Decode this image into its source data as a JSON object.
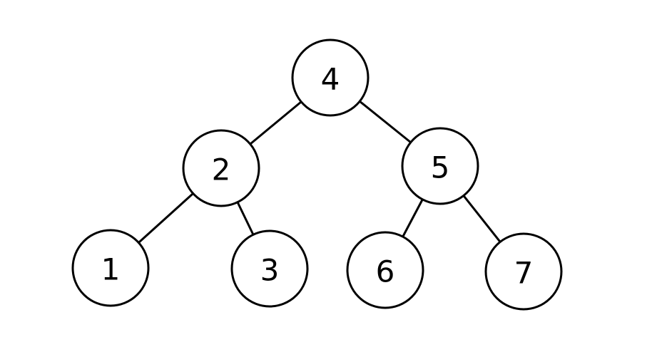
{
  "tree": {
    "nodes": [
      {
        "id": "n4",
        "label": "4"
      },
      {
        "id": "n2",
        "label": "2"
      },
      {
        "id": "n5",
        "label": "5"
      },
      {
        "id": "n1",
        "label": "1"
      },
      {
        "id": "n3",
        "label": "3"
      },
      {
        "id": "n6",
        "label": "6"
      },
      {
        "id": "n7",
        "label": "7"
      }
    ],
    "edges": [
      {
        "from": "n4",
        "to": "n2"
      },
      {
        "from": "n4",
        "to": "n5"
      },
      {
        "from": "n2",
        "to": "n1"
      },
      {
        "from": "n2",
        "to": "n3"
      },
      {
        "from": "n5",
        "to": "n6"
      },
      {
        "from": "n5",
        "to": "n7"
      }
    ],
    "colors": {
      "stroke": "#000000",
      "fill": "#ffffff",
      "text": "#000000"
    }
  }
}
